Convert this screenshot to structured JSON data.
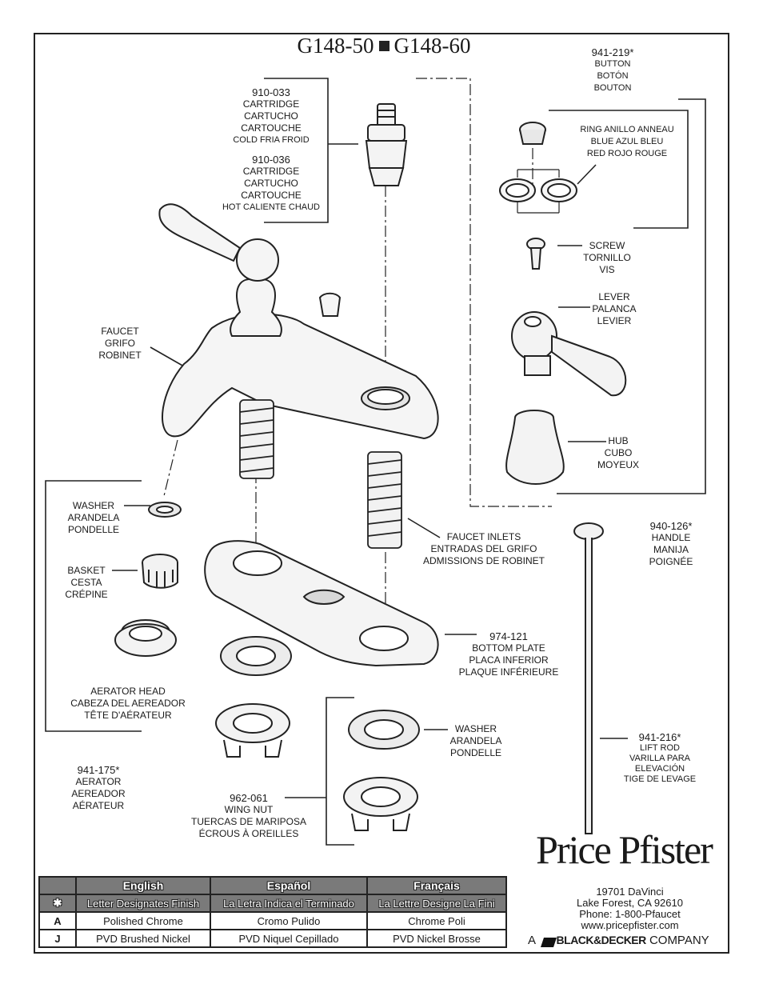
{
  "title": {
    "model_a": "G148-50",
    "model_b": "G148-60"
  },
  "parts": {
    "cartridge_cold": {
      "num": "910-033",
      "l1": "CARTRIDGE",
      "l2": "CARTUCHO",
      "l3": "CARTOUCHE",
      "l4": "COLD FRIA FROID"
    },
    "cartridge_hot": {
      "num": "910-036",
      "l1": "CARTRIDGE",
      "l2": "CARTUCHO",
      "l3": "CARTOUCHE",
      "l4": "HOT CALIENTE CHAUD"
    },
    "button": {
      "num": "941-219*",
      "l1": "BUTTON",
      "l2": "BOTÓN",
      "l3": "BOUTON"
    },
    "ring": {
      "l1": "RING ANILLO ANNEAU",
      "l2": "BLUE AZUL BLEU",
      "l3": "RED ROJO ROUGE"
    },
    "screw": {
      "l1": "SCREW",
      "l2": "TORNILLO",
      "l3": "VIS"
    },
    "lever": {
      "l1": "LEVER",
      "l2": "PALANCA",
      "l3": "LEVIER"
    },
    "hub": {
      "l1": "HUB",
      "l2": "CUBO",
      "l3": "MOYEUX"
    },
    "faucet": {
      "l1": "FAUCET",
      "l2": "GRIFO",
      "l3": "ROBINET"
    },
    "handle": {
      "num": "940-126*",
      "l1": "HANDLE",
      "l2": "MANIJA",
      "l3": "POIGNÉE"
    },
    "washer_a": {
      "l1": "WASHER",
      "l2": "ARANDELA",
      "l3": "PONDELLE"
    },
    "basket": {
      "l1": "BASKET",
      "l2": "CESTA",
      "l3": "CRÉPINE"
    },
    "inlets": {
      "l1": "FAUCET INLETS",
      "l2": "ENTRADAS DEL GRIFO",
      "l3": "ADMISSIONS DE ROBINET"
    },
    "bottom_plate": {
      "num": "974-121",
      "l1": "BOTTOM PLATE",
      "l2": "PLACA INFERIOR",
      "l3": "PLAQUE INFÉRIEURE"
    },
    "aerator_head": {
      "l1": "AERATOR HEAD",
      "l2": "CABEZA DEL AEREADOR",
      "l3": "TÊTE D'AÉRATEUR"
    },
    "washer_b": {
      "l1": "WASHER",
      "l2": "ARANDELA",
      "l3": "PONDELLE"
    },
    "lift_rod": {
      "num": "941-216*",
      "l1": "LIFT ROD",
      "l2": "VARILLA PARA",
      "l3": "ELEVACIÓN",
      "l4": "TIGE DE LEVAGE"
    },
    "aerator": {
      "num": "941-175*",
      "l1": "AERATOR",
      "l2": "AEREADOR",
      "l3": "AÉRATEUR"
    },
    "wing_nut": {
      "num": "962-061",
      "l1": "WING NUT",
      "l2": "TUERCAS DE MARIPOSA",
      "l3": "ÉCROUS À OREILLES"
    }
  },
  "finish_table": {
    "headers": [
      "English",
      "Español",
      "Français"
    ],
    "rows": [
      {
        "code": "✱",
        "en": "Letter Designates Finish",
        "es": "La Letra Indica el Terminado",
        "fr": "La Lettre Designe La Fini"
      },
      {
        "code": "A",
        "en": "Polished Chrome",
        "es": "Cromo Pulido",
        "fr": "Chrome Poli"
      },
      {
        "code": "J",
        "en": "PVD Brushed Nickel",
        "es": "PVD Niquel Cepillado",
        "fr": "PVD Nickel Brosse"
      }
    ]
  },
  "brand": {
    "logo": "Price Pfister",
    "address_1": "19701 DaVinci",
    "address_2": "Lake Forest, CA 92610",
    "phone": "Phone: 1-800-Pfaucet",
    "web": "www.pricepfister.com",
    "company_prefix": "A",
    "company_name": "BLACK&DECKER",
    "company_suffix": "COMPANY"
  }
}
